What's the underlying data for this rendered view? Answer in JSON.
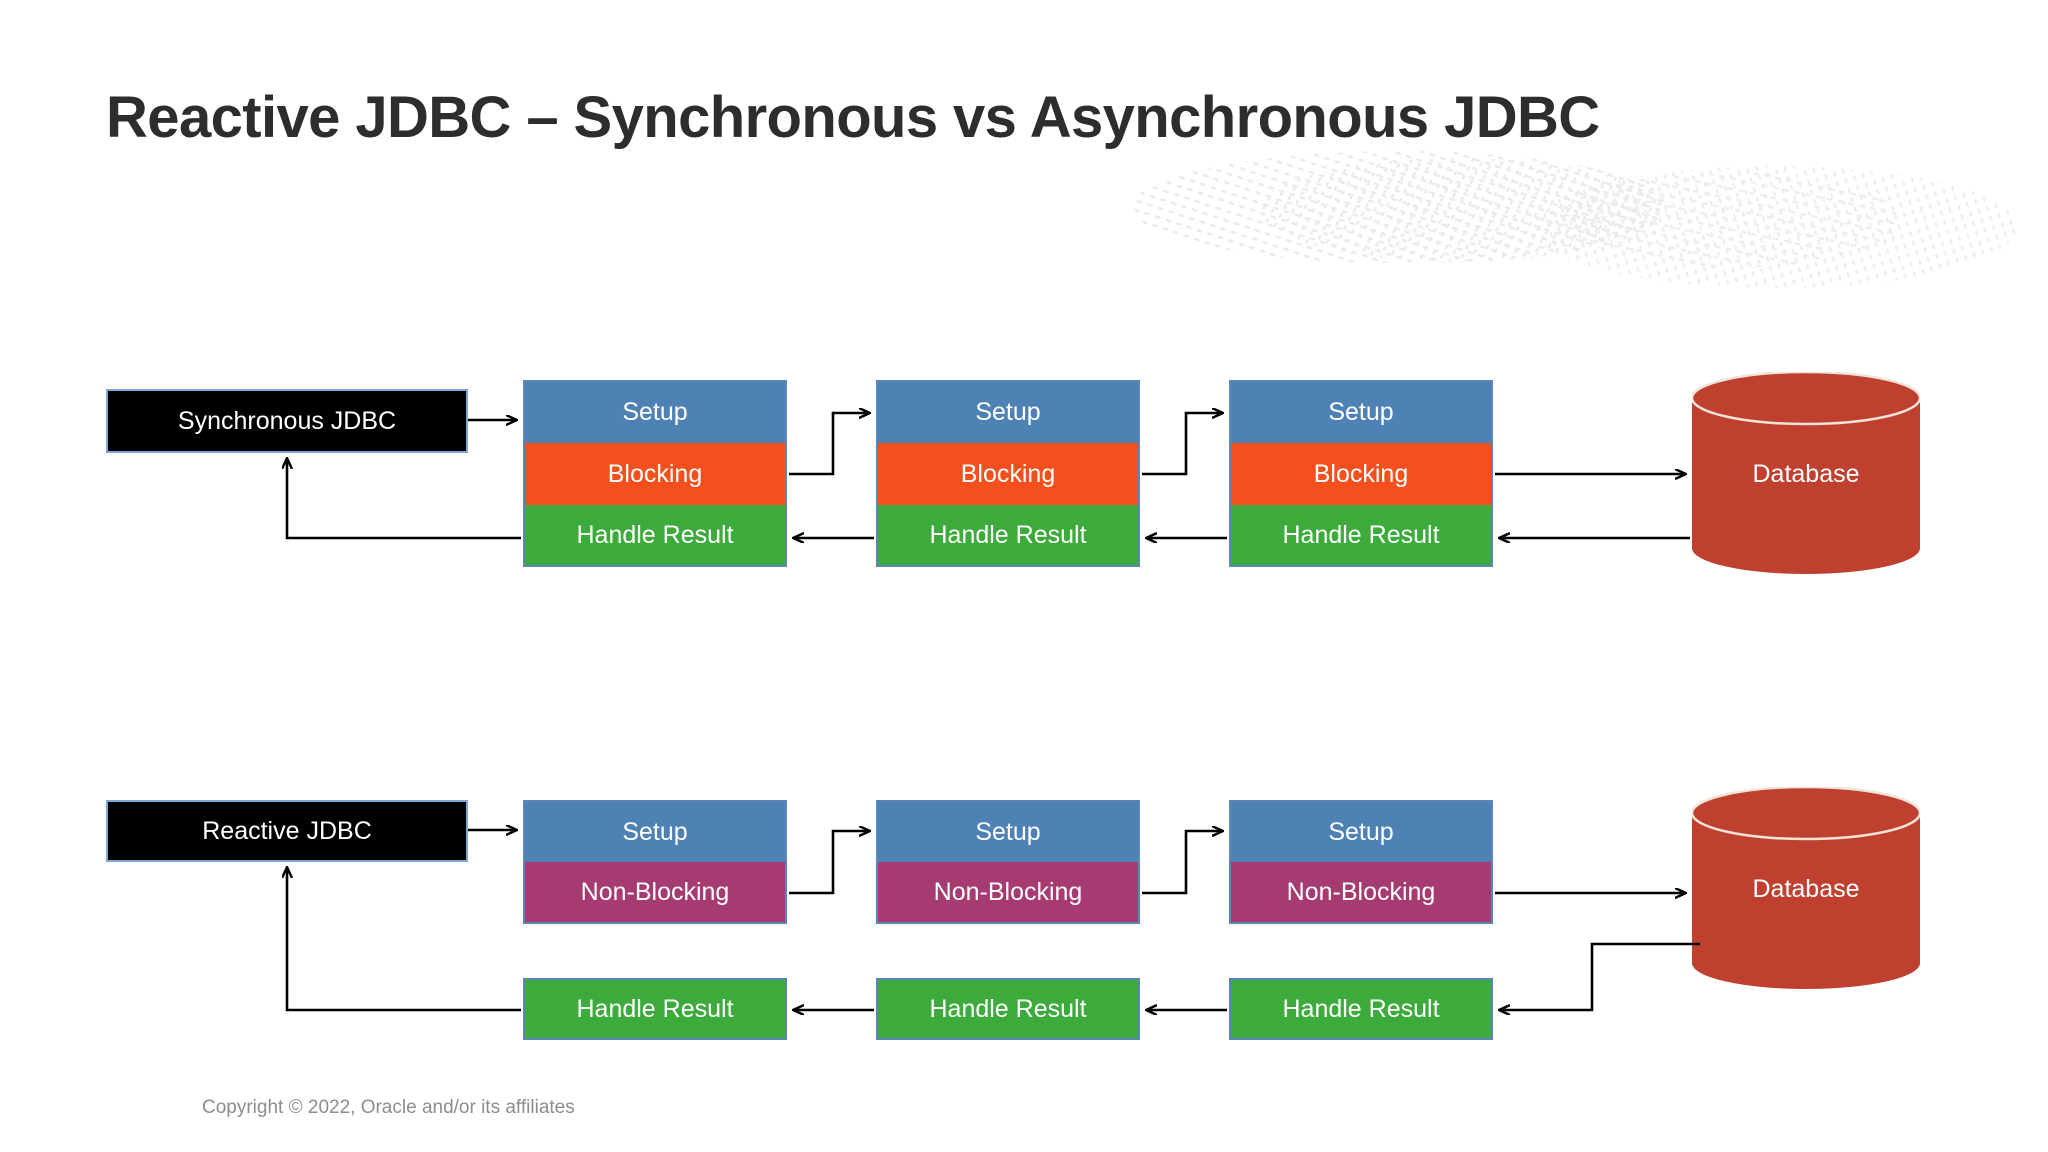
{
  "slide": {
    "title": "Reactive JDBC – Synchronous vs Asynchronous JDBC",
    "footer": "Copyright © 2022, Oracle and/or its affiliates",
    "background": "#ffffff",
    "title_color": "#2e2d2b",
    "footer_color": "#8f8d8b"
  },
  "colors": {
    "setup": "#4e81b4",
    "blocking": "#f4501e",
    "non_blocking": "#a63b72",
    "handle_result": "#3cab3c",
    "database": "#c0402f",
    "label_box": "#000000",
    "box_border": "#5c86b8",
    "arrow": "#000000"
  },
  "rows": [
    {
      "id": "synchronous",
      "label": "Synchronous JDBC",
      "database_label": "Database",
      "stacks": [
        {
          "segments": [
            {
              "label": "Setup",
              "kind": "setup"
            },
            {
              "label": "Blocking",
              "kind": "blocking"
            },
            {
              "label": "Handle Result",
              "kind": "handle_result"
            }
          ]
        },
        {
          "segments": [
            {
              "label": "Setup",
              "kind": "setup"
            },
            {
              "label": "Blocking",
              "kind": "blocking"
            },
            {
              "label": "Handle Result",
              "kind": "handle_result"
            }
          ]
        },
        {
          "segments": [
            {
              "label": "Setup",
              "kind": "setup"
            },
            {
              "label": "Blocking",
              "kind": "blocking"
            },
            {
              "label": "Handle Result",
              "kind": "handle_result"
            }
          ]
        }
      ]
    },
    {
      "id": "reactive",
      "label": "Reactive JDBC",
      "database_label": "Database",
      "stacks": [
        {
          "segments": [
            {
              "label": "Setup",
              "kind": "setup"
            },
            {
              "label": "Non-Blocking",
              "kind": "non_blocking"
            }
          ],
          "detached": {
            "label": "Handle Result",
            "kind": "handle_result"
          }
        },
        {
          "segments": [
            {
              "label": "Setup",
              "kind": "setup"
            },
            {
              "label": "Non-Blocking",
              "kind": "non_blocking"
            }
          ],
          "detached": {
            "label": "Handle Result",
            "kind": "handle_result"
          }
        },
        {
          "segments": [
            {
              "label": "Setup",
              "kind": "setup"
            },
            {
              "label": "Non-Blocking",
              "kind": "non_blocking"
            }
          ],
          "detached": {
            "label": "Handle Result",
            "kind": "handle_result"
          }
        }
      ]
    }
  ]
}
